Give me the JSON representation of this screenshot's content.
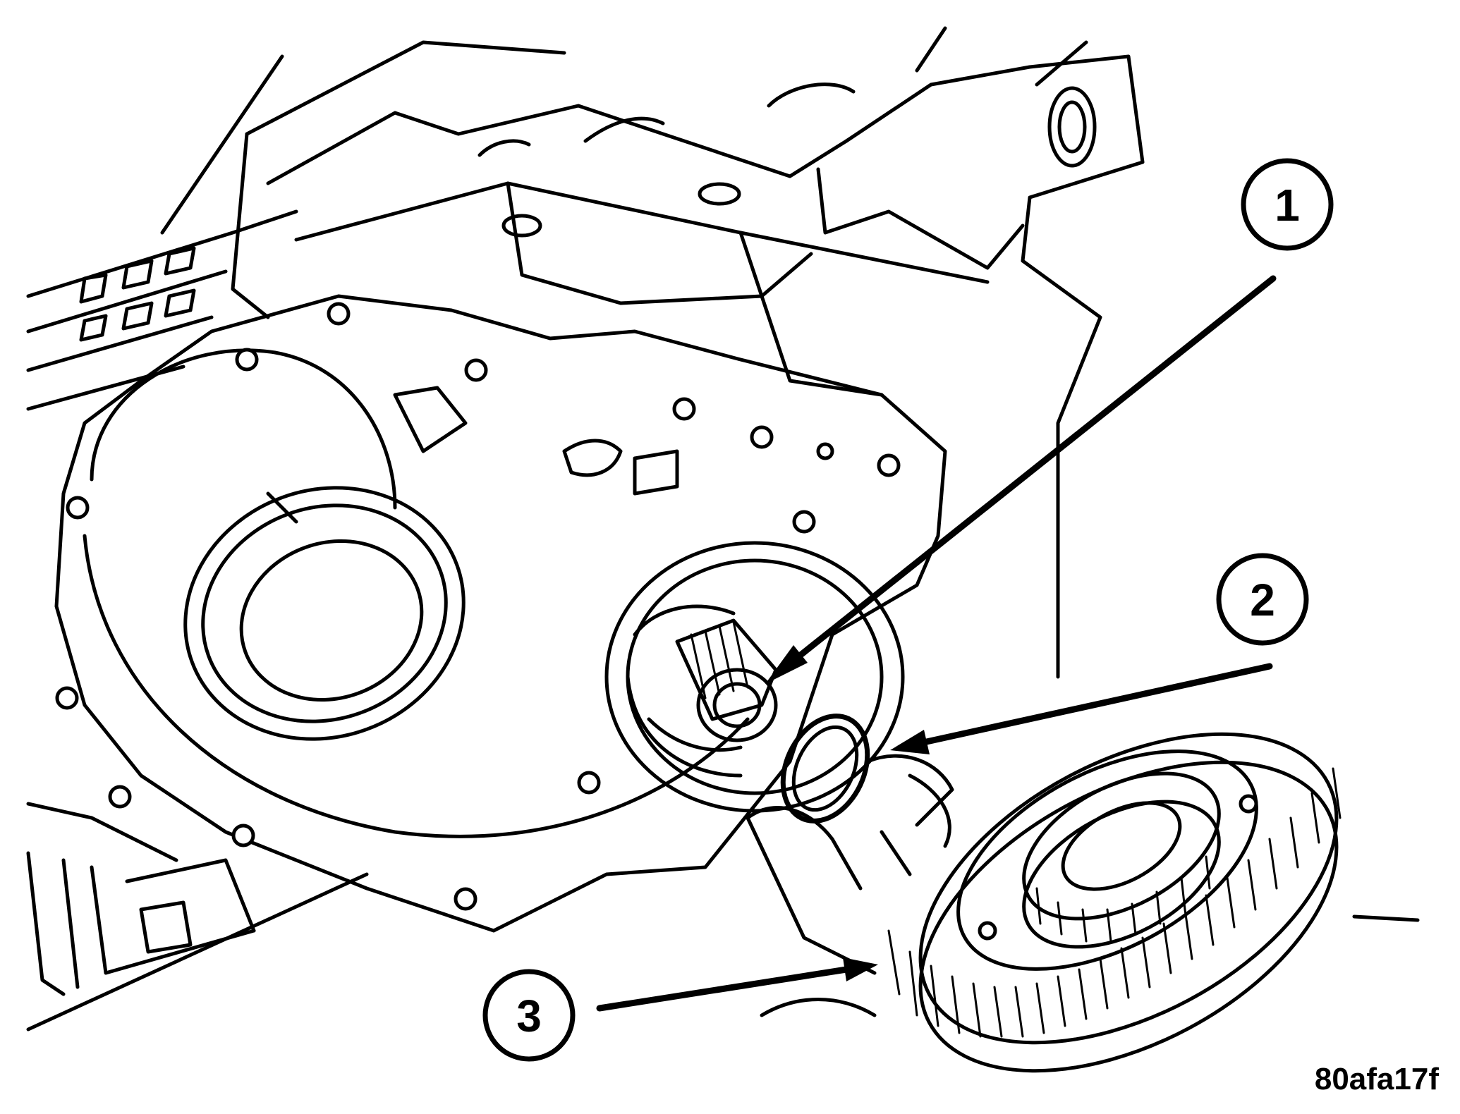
{
  "callouts": [
    {
      "label": "1"
    },
    {
      "label": "2"
    },
    {
      "label": "3"
    }
  ],
  "figure_id": "80afa17f",
  "colors": {
    "ink": "#000000",
    "paper": "#ffffff"
  }
}
